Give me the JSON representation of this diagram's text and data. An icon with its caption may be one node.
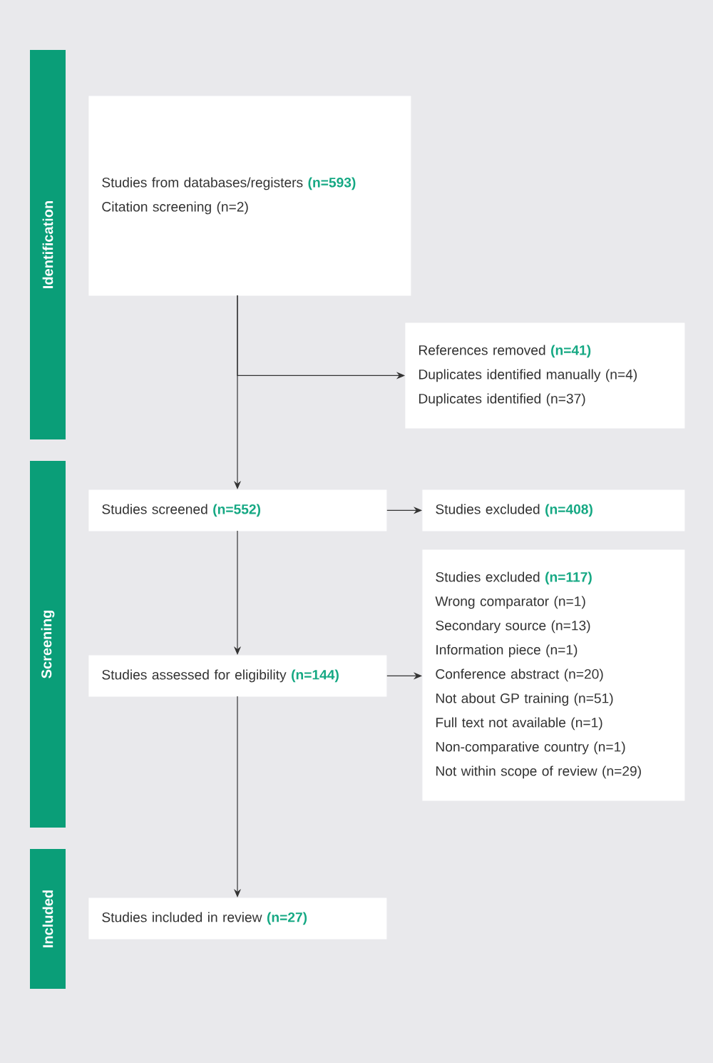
{
  "diagram": {
    "nodes": [
      {
        "text": [
          "Identification"
        ]
      },
      {
        "text": [
          "Screening"
        ]
      },
      {
        "text": [
          "Included"
        ]
      },
      {
        "text": [
          "Studies from databases/registers",
          "(n=593)",
          "Citation screening (n=2)"
        ]
      },
      {
        "text": [
          "References removed",
          "(n=41)",
          "Duplicates identified manually (n=4)",
          "Duplicates identified (n=37)"
        ]
      },
      {
        "text": [
          "Studies screened",
          "(n=552)"
        ]
      },
      {
        "text": [
          "Studies excluded",
          "(n=408)"
        ]
      },
      {
        "text": [
          "Studies assessed for eligibility",
          "(n=144)"
        ]
      },
      {
        "text": [
          "Studies excluded",
          "(n=117)",
          "Wrong comparator (n=1)",
          "Secondary source (n=13)",
          "Information piece (n=1)",
          "Conference abstract (n=20)",
          "Not about GP training (n=51)",
          "Full text not available (n=1)",
          "Non-comparative country (n=1)",
          "Not within scope of review (n=29)"
        ]
      },
      {
        "text": [
          "Studies included in review",
          "(n=27)"
        ]
      }
    ],
    "edges": [
      {
        "from": 3,
        "to": 4,
        "arrow": "to"
      },
      {
        "from": 3,
        "to": 5,
        "arrow": "to"
      },
      {
        "from": 5,
        "to": 6,
        "arrow": "to"
      },
      {
        "from": 5,
        "to": 7,
        "arrow": "to"
      },
      {
        "from": 7,
        "to": 8,
        "arrow": "to"
      },
      {
        "from": 7,
        "to": 9,
        "arrow": "to"
      }
    ]
  }
}
